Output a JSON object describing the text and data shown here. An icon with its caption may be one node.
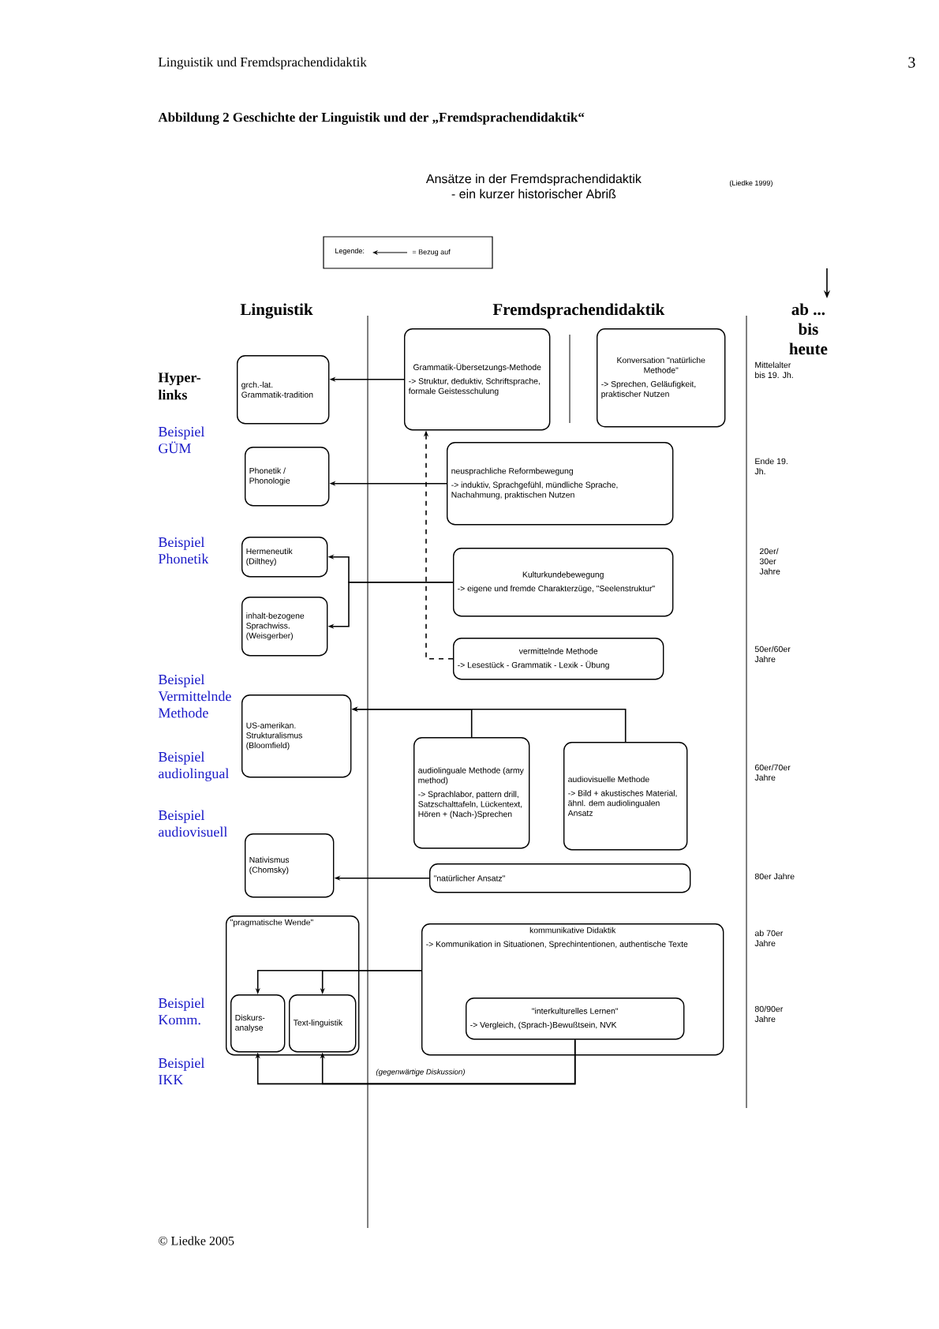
{
  "diagram": {
    "title": "Abbildung 2 Geschichte der Linguistik und der „Fremdsprachendidaktik“",
    "nodes": [
      {
        "text": [
          "grch.-lat. Grammatik-tradition"
        ]
      },
      {
        "text": [
          "Phonetik / Phonologie"
        ]
      },
      {
        "text": [
          "Hermeneutik (Dilthey)"
        ]
      },
      {
        "text": [
          "inhalt-bezogene Sprachwiss. (Weisgerber)"
        ]
      },
      {
        "text": [
          "US-amerikan. Strukturalismus (Bloomfield)"
        ]
      },
      {
        "text": [
          "Nativismus (Chomsky)"
        ]
      },
      {
        "text": [
          "\"pragmatische Wende\""
        ]
      },
      {
        "text": [
          "Diskurs-analyse"
        ],
        "in": 6
      },
      {
        "text": [
          "Text-linguistik"
        ],
        "in": 6
      },
      {
        "text": [
          "Grammatik-Übersetzungs-Methode",
          "-> Struktur, deduktiv, Schriftsprache, formale Geistesschulung"
        ]
      },
      {
        "text": [
          "Konversation \"natürliche Methode\"",
          "-> Sprechen, Geläufigkeit, praktischer Nutzen"
        ]
      },
      {
        "text": [
          "neusprachliche Reformbewegung",
          "-> induktiv, Sprachgefühl, mündliche Sprache, Nachahmung, praktischen Nutzen"
        ]
      },
      {
        "text": [
          "Kulturkundebewegung",
          "-> eigene und fremde Charakterzüge, \"Seelenstruktur\""
        ]
      },
      {
        "text": [
          "vermittelnde Methode",
          "-> Lesestück - Grammatik - Lexik - Übung"
        ]
      },
      {
        "text": [
          "audiolinguale Methode (army method)",
          "-> Sprachlabor, pattern drill, Satzschalttafeln, Lückentext, Hören + (Nach-)Sprechen"
        ]
      },
      {
        "text": [
          "audiovisuelle Methode",
          "-> Bild + akustisches Material, ähnl. dem audiolingualen Ansatz"
        ]
      },
      {
        "text": [
          "\"natürlicher Ansatz\""
        ]
      },
      {
        "text": [
          "kommunikative Didaktik",
          "-> Kommunikation in Situationen, Sprechintentionen, authentische Texte"
        ]
      },
      {
        "text": [
          "\"interkulturelles Lernen\"",
          "-> Vergleich, (Sprach-)Bewußtsein, NVK"
        ],
        "in": 17
      }
    ],
    "edges": [
      {
        "from": 9,
        "to": 0,
        "arrow": "to"
      },
      {
        "from": 11,
        "to": 1,
        "arrow": "to"
      },
      {
        "from": 12,
        "to": 2,
        "arrow": "to"
      },
      {
        "from": 12,
        "to": 3,
        "arrow": "to"
      },
      {
        "from": 13,
        "to": 9,
        "arrow": "to",
        "style": "dashed"
      },
      {
        "from": 14,
        "to": 4,
        "arrow": "to"
      },
      {
        "from": 15,
        "to": 4,
        "arrow": "to"
      },
      {
        "from": 16,
        "to": 5,
        "arrow": "to"
      },
      {
        "from": 17,
        "to": 7,
        "arrow": "to"
      },
      {
        "from": 17,
        "to": 8,
        "arrow": "to"
      },
      {
        "from": 18,
        "to": 7,
        "arrow": "to"
      },
      {
        "from": 18,
        "to": 8,
        "arrow": "to"
      }
    ],
    "labels": [
      "Linguistik und Fremdsprachendidaktik",
      "3",
      "Ansätze in der Fremdsprachendidaktik - ein kurzer historischer Abriß",
      "(Liedke 1999)",
      "Legende:",
      "Linguistik",
      "Fremdsprachendidaktik",
      "ab ... bis heute",
      "Hyper- links",
      "Mittelalter bis 19. Jh.",
      "Beispiel GÜM",
      "Ende 19. Jh.",
      "Beispiel Phonetik",
      "20er/ 30er Jahre",
      "50er/60er Jahre",
      "Beispiel Vermittelnde Methode",
      "Beispiel audiolingual",
      "60er/70er Jahre",
      "Beispiel audiovisuell",
      "80er Jahre",
      "ab 70er Jahre",
      "Beispiel Komm.",
      "80/90er Jahre",
      "Beispiel IKK",
      "(gegenwärtige Diskussion)",
      "© Liedke 2005"
    ],
    "legend": [
      {
        "text": "= Bezug auf"
      }
    ]
  }
}
